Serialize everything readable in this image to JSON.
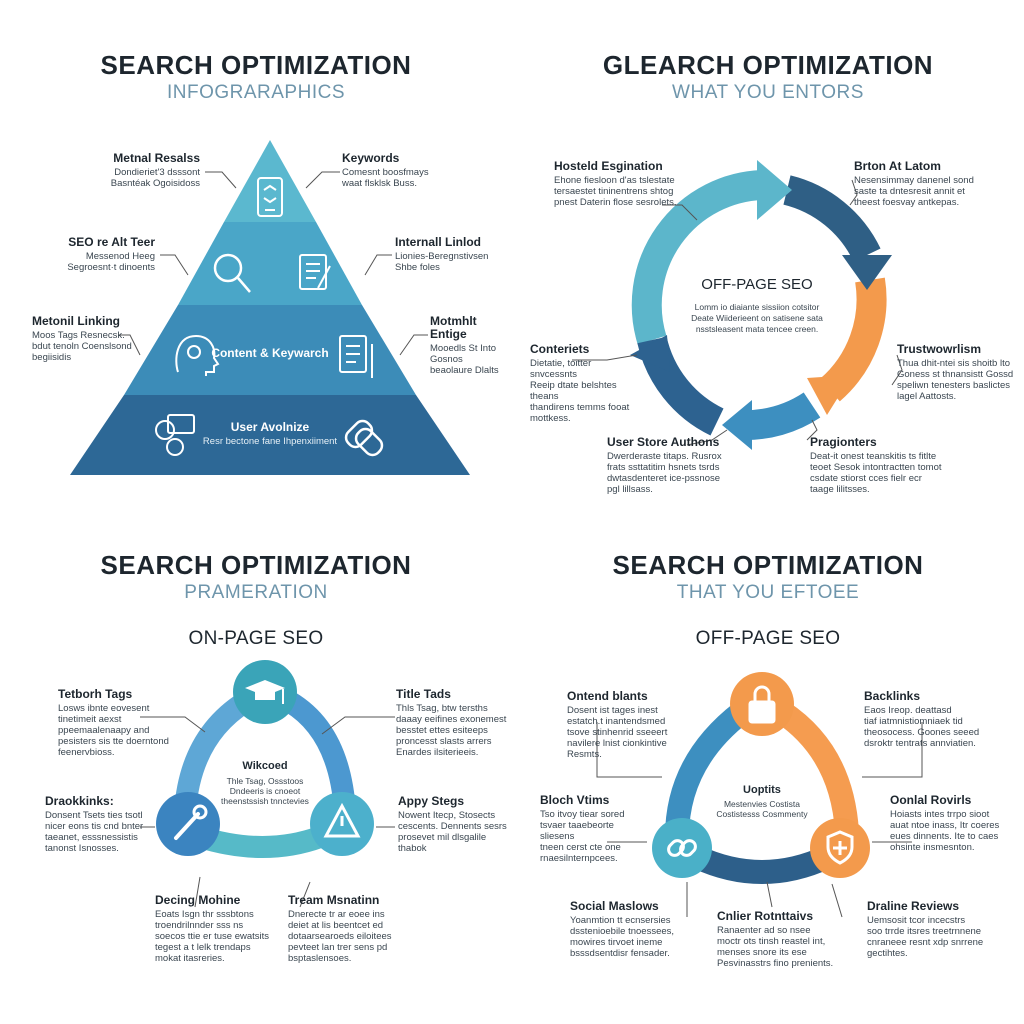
{
  "tl": {
    "title": "SEARCH OPTIMIZATION",
    "subtitle": "INFOGRARAPHICS",
    "levels": [
      "Content & Keywarch",
      "User Avolnize",
      "Resr bectone fane Ihpenxiiment"
    ],
    "labels": [
      {
        "h": "Metnal Resalss",
        "d": "Dondieriet'3 dsssont\nBasntéak Ogoisidoss"
      },
      {
        "h": "Keywords",
        "d": "Comesnt boosfmays\nwaat flsklsk Buss."
      },
      {
        "h": "SEO re Alt Teer",
        "d": "Messenod Heeg\nSegroesnt·t dinoents"
      },
      {
        "h": "Internall Linlod",
        "d": "Lionies-Beregnstivsen\nShbe foles"
      },
      {
        "h": "Metonil Linking",
        "d": "Moos Tags Resnecsk.\nbdut tenoln Coenslsond\nbegiisidis"
      },
      {
        "h": "Motmhlt Entige",
        "d": "Mooedls St Into Gosnos\nbeaolaure Dlalts"
      }
    ]
  },
  "tr": {
    "title": "GLEARCH OPTIMIZATION",
    "subtitle": "WHAT YOU ENTORS",
    "center_title": "OFF-PAGE SEO",
    "center_text": "Lomm io diaiante sissiion cotsitor\nDeate Wiiderieent on satisene sata\nnsstsleasent mata tencee creen.",
    "labels": [
      {
        "h": "Hosteld Esgination",
        "d": "Ehone fiesloon d'as tslestate\ntersaestet tininentrens shtog\npnest Daterin flose sesrolets."
      },
      {
        "h": "Brton At Latom",
        "d": "Nesensimmay danenel sond\nsaste ta dntesresit annit et\ntheest foesvay antkepas."
      },
      {
        "h": "Conteriets",
        "d": "Dietatie, toitter snvcessnts\nReeip dtate belshtes theans\nthandirens temms fooat\nmottkess."
      },
      {
        "h": "Trustwowrlism",
        "d": "Thua dhit-ntei sis shoitb lto\nGoness st thnansistt Gossd\nspeliwn tenesters baslictes\nlagel Aattosts."
      },
      {
        "h": "User Store Authons",
        "d": "Dwerderaste titaps. Rusrox\nfrats ssttatitim hsnets tsrds\ndwtasdenteret ice-pssnose\npgl lillsass."
      },
      {
        "h": "Pragionters",
        "d": "Deat-it onest teanskitis ts fitlte\nteoet Sesok intontractten tomot\ncsdate stiorst cces fielr ecr\ntaage lilitsses."
      }
    ]
  },
  "bl": {
    "title": "SEARCH OPTIMIZATION",
    "subtitle": "PRAMERATION",
    "section": "ON-PAGE SEO",
    "center_title": "Wikcoed",
    "center_text": "Thle Tsag, Ossstoos\nDndeeris is cnoeot\ntheenstssish tnnctevies",
    "labels": [
      {
        "h": "Tetborh Tags",
        "d": "Losws ibnte eovesent\ntinetimeit aexst\nppeemaalenaapy and\npesisters sis tte doerntond\nfeenervbioss."
      },
      {
        "h": "Title Tads",
        "d": "Thls Tsag, btw tersths\ndaaay eeifines exonemest\nbesstet ettes esiteeps\nproncesst slasts arrers\nEnardes ilsiterieeis."
      },
      {
        "h": "Draokkinks:",
        "d": "Donsent Tsets ties tsotl\nnicer eons tis cnd bnter\ntaeanet, esssnessistis\ntanonst Isnosses."
      },
      {
        "h": "Appy Stegs",
        "d": "Nowent Itecp, Stosects\ncescents. Dennents sesrs\nprosevet mil dlsgalile\nthabok"
      },
      {
        "h": "Decing Mohine",
        "d": "Eoats Isgn thr sssbtons\ntroendrilnnder sss ns\nsoecos ttie er tuse ewatsits\ntegest a t lelk trendaps\nmokat itasreries."
      },
      {
        "h": "Tream Msnatinn",
        "d": "Dnerecte tr ar eoee ins\ndeiet at lis beentcet ed\ndotaarsearoeds eiloitees\npevteet lan trer sens pd\nbsptaslensoes."
      }
    ]
  },
  "br": {
    "title": "SEARCH OPTIMIZATION",
    "subtitle": "THAT YOU EFTOEE",
    "section": "OFF-PAGE SEO",
    "center_title": "Uoptits",
    "center_text": "Mestenvies Costista\nCostistesss Cosmmenty",
    "labels": [
      {
        "h": "Ontend blants",
        "d": "Dosent ist tages inest\nestatch.t inantendsmed\ntsove stinhenrid sseeert\nnavilere lnist cionkintive\nResmts."
      },
      {
        "h": "Backlinks",
        "d": "Eaos Ireop. deattasd\ntiaf iatmnistiomniaek tid\ntheosocess. Goones seeed\ndsroktr tentrats annviatien."
      },
      {
        "h": "Bloch Vtims",
        "d": "Tso itvoy tiear sored\ntsvaer taaebeorte sliesens\ntneen cerst cte one\nrnaesilnternpcees."
      },
      {
        "h": "Oonlal Rovirls",
        "d": "Hoiasts intes trrpo sioot\nauat ntoe inass, Itr coeres\neues dinnents. Ite to caes\nohsinte insmesnton."
      },
      {
        "h": "Social Maslows",
        "d": "Yoanmtion tt ecnsersies\ndsstenioebile tnoessees,\nmowires tirvoet ineme\nbsssdsentdisr fensader."
      },
      {
        "h": "Cnlier Rotnttaivs",
        "d": "Ranaenter ad so nsee\nmoctr ots tinsh reastel int,\nmenses snore its ese\nPesvinasstrs fino prenients."
      },
      {
        "h": "Draline Reviews",
        "d": "Uemsosit tcor incecstrs\nsoo trrde itsres treetrnnene\ncnraneee resnt xdp snrrene\ngectihtes."
      }
    ]
  }
}
